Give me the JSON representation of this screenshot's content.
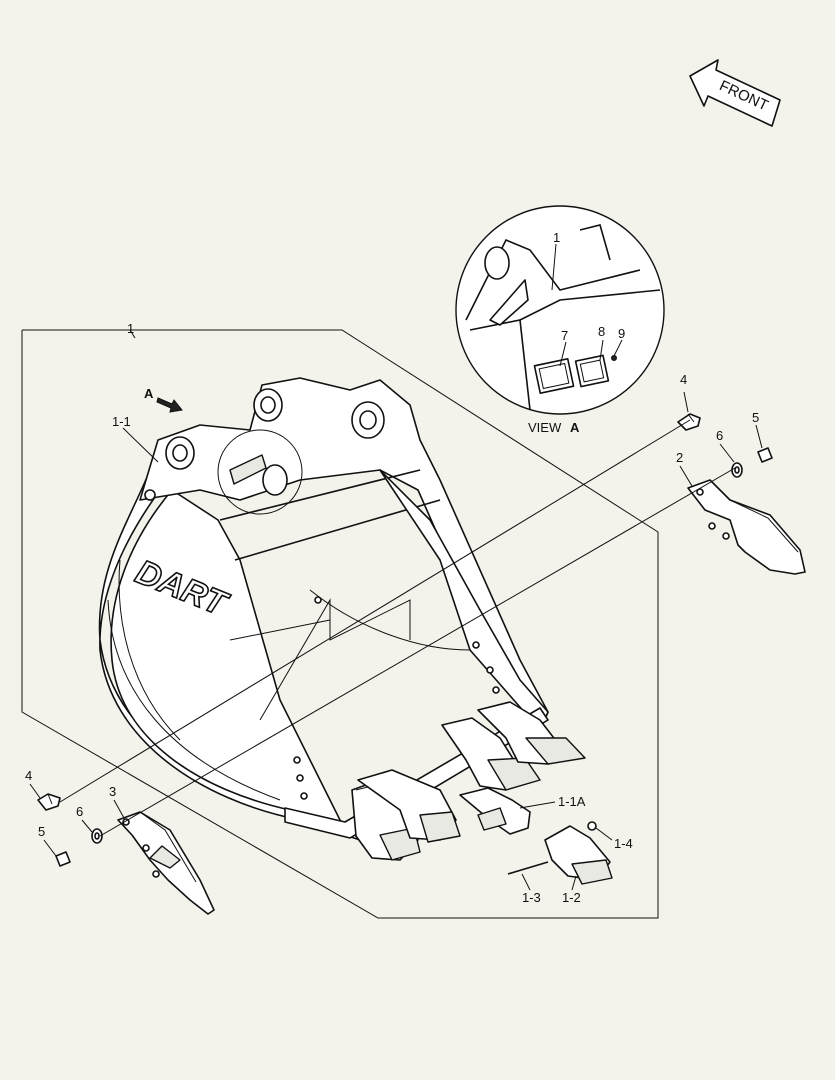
{
  "front_label": "FRONT",
  "view_label": "VIEW",
  "view_letter": "A",
  "arrow_letter": "A",
  "logo_text": "DART",
  "callouts": {
    "c1_top": "1",
    "c1_1": "1-1",
    "c1_1A": "1-1A",
    "c1_2": "1-2",
    "c1_3": "1-3",
    "c1_4": "1-4",
    "c2": "2",
    "c3": "3",
    "c4_right": "4",
    "c4_left": "4",
    "c5_right": "5",
    "c5_left": "5",
    "c6_right": "6",
    "c6_left": "6",
    "v1": "1",
    "v7": "7",
    "v8": "8",
    "v9": "9"
  }
}
